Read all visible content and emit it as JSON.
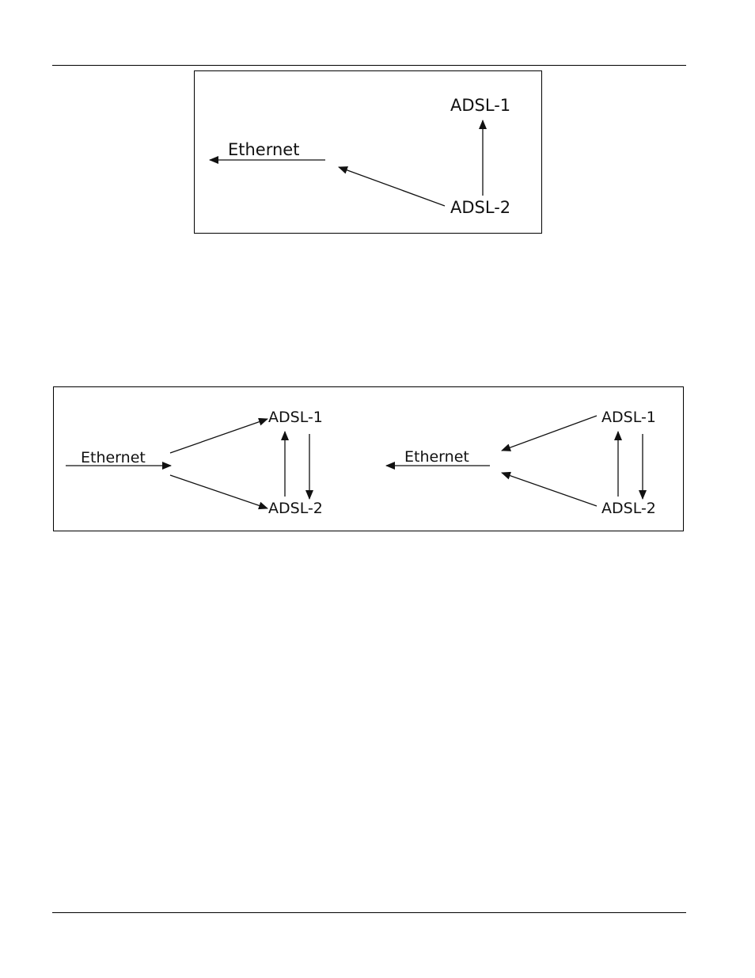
{
  "figure1": {
    "ethernet": "Ethernet",
    "adsl1": "ADSL-1",
    "adsl2": "ADSL-2"
  },
  "figure2": {
    "left": {
      "ethernet": "Ethernet",
      "adsl1": "ADSL-1",
      "adsl2": "ADSL-2"
    },
    "right": {
      "ethernet": "Ethernet",
      "adsl1": "ADSL-1",
      "adsl2": "ADSL-2"
    }
  }
}
